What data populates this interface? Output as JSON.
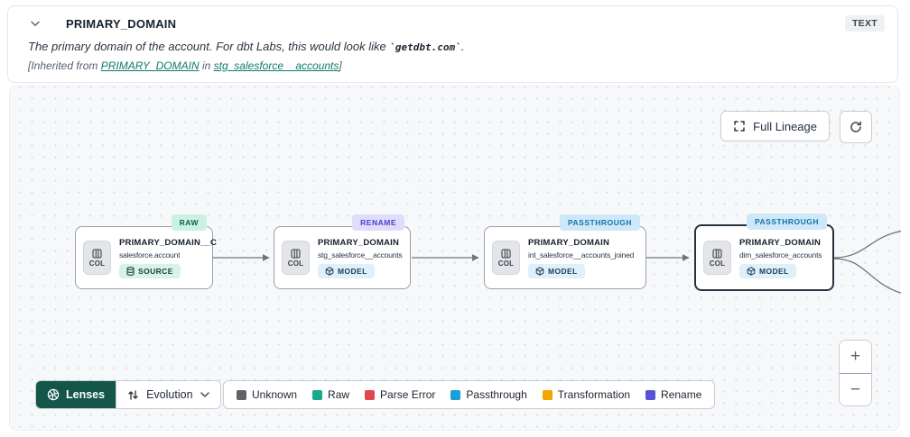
{
  "header": {
    "title": "PRIMARY_DOMAIN",
    "type_badge": "TEXT",
    "description": {
      "prefix": "The primary domain of the account. For dbt Labs, this would look like ",
      "code": "`getdbt.com`",
      "suffix": "."
    },
    "inherited": {
      "prefix": "[Inherited from ",
      "column_link": "PRIMARY_DOMAIN",
      "middle": " in ",
      "model_link": "stg_salesforce__accounts",
      "suffix": "]"
    }
  },
  "canvas": {
    "full_lineage_label": "Full Lineage",
    "zoom_in": "+",
    "zoom_out": "−"
  },
  "nodes": [
    {
      "tag": "RAW",
      "title": "PRIMARY_DOMAIN__C",
      "subtitle": "salesforce.account",
      "col_label": "COL",
      "type": "SOURCE",
      "selected": false
    },
    {
      "tag": "RENAME",
      "title": "PRIMARY_DOMAIN",
      "subtitle": "stg_salesforce__accounts",
      "col_label": "COL",
      "type": "MODEL",
      "selected": false
    },
    {
      "tag": "PASSTHROUGH",
      "title": "PRIMARY_DOMAIN",
      "subtitle": "int_salesforce__accounts_joined",
      "col_label": "COL",
      "type": "MODEL",
      "selected": false
    },
    {
      "tag": "PASSTHROUGH",
      "title": "PRIMARY_DOMAIN",
      "subtitle": "dim_salesforce_accounts",
      "col_label": "COL",
      "type": "MODEL",
      "selected": true
    }
  ],
  "edges": [
    {
      "from": 0,
      "to": 1
    },
    {
      "from": 1,
      "to": 2
    },
    {
      "from": 2,
      "to": 3
    },
    {
      "from": 3,
      "to": "offscreen-upper"
    },
    {
      "from": 3,
      "to": "offscreen-lower"
    }
  ],
  "lenses": {
    "button_label": "Lenses",
    "selected_lens": "Evolution"
  },
  "legend": [
    {
      "label": "Unknown",
      "color": "#5f6368"
    },
    {
      "label": "Raw",
      "color": "#17a98c"
    },
    {
      "label": "Parse Error",
      "color": "#e1484d"
    },
    {
      "label": "Passthrough",
      "color": "#1b9fd8"
    },
    {
      "label": "Transformation",
      "color": "#f4a600"
    },
    {
      "label": "Rename",
      "color": "#5852d6"
    }
  ],
  "colors": {
    "link_teal": "#0d7a68",
    "lenses_button_bg": "#15564b",
    "canvas_bg": "#f7f8fa",
    "edge": "#6e747e",
    "tag_raw_bg": "#c9f2e3",
    "tag_rename_bg": "#dfddfb",
    "tag_passthrough_bg": "#cfe8f7",
    "source_badge_bg": "#d8f2ea",
    "model_badge_bg": "#def0fa",
    "selected_node_border": "#28323f"
  }
}
